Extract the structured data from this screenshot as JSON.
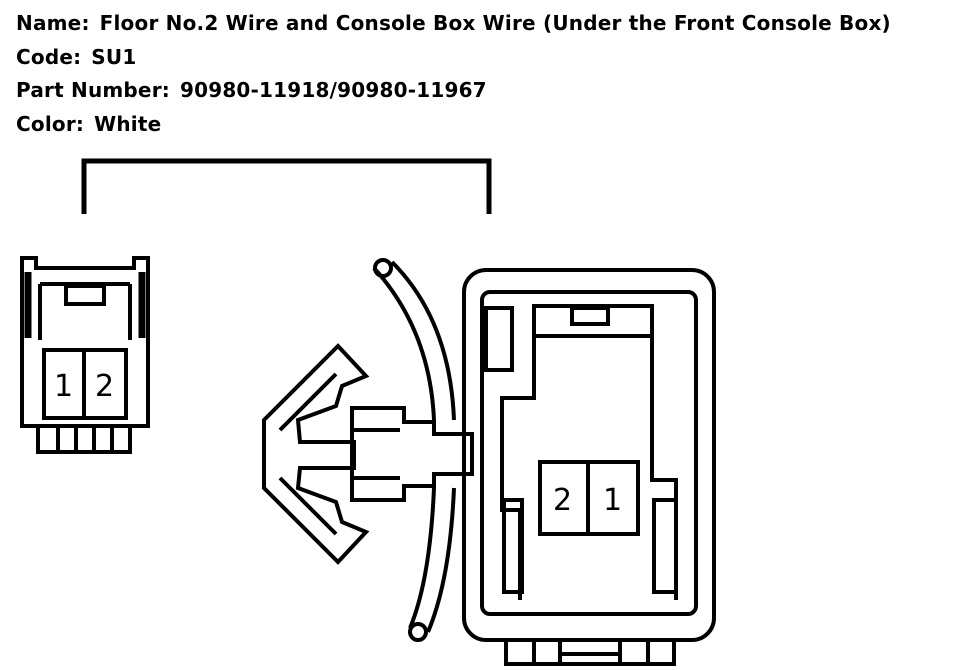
{
  "header": {
    "name_label": "Name:",
    "name_value": "Floor No.2 Wire and Console Box Wire (Under the Front Console Box)",
    "code_label": "Code:",
    "code_value": "SU1",
    "part_label": "Part Number:",
    "part_value": "90980-11918/90980-11967",
    "color_label": "Color:",
    "color_value": "White"
  },
  "left_connector": {
    "pins": [
      "1",
      "2"
    ]
  },
  "right_connector": {
    "pins": [
      "2",
      "1"
    ]
  },
  "colors": {
    "line": "#000000",
    "background": "#ffffff"
  }
}
